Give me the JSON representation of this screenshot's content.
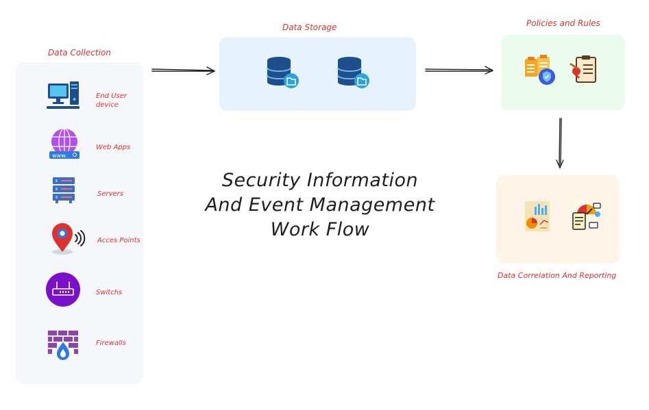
{
  "title": {
    "line1": "Security Information",
    "line2": "And Event Management",
    "line3": "Work Flow"
  },
  "data_collection": {
    "label": "Data Collection",
    "sources": [
      {
        "label": "End User device",
        "icon": "computer-icon"
      },
      {
        "label": "Web Apps",
        "icon": "globe-www-icon"
      },
      {
        "label": "Servers",
        "icon": "server-rack-icon"
      },
      {
        "label": "Acces Points",
        "icon": "location-pin-wifi-icon"
      },
      {
        "label": "Switchs",
        "icon": "network-switch-icon"
      },
      {
        "label": "Firewalls",
        "icon": "firewall-icon"
      }
    ]
  },
  "data_storage": {
    "label": "Data Storage",
    "icons": [
      "database-icon",
      "database-icon"
    ]
  },
  "policies": {
    "label": "Policies and Rules",
    "icons": [
      "policy-shield-icon",
      "rules-clipboard-icon"
    ]
  },
  "reporting": {
    "label": "Data Correlation And Reporting",
    "icons": [
      "report-chart-icon",
      "analytics-dashboard-icon"
    ]
  },
  "colors": {
    "label_red": "#e03131",
    "collection_panel": "#f5f7fa",
    "storage_panel": "#e6f3fd",
    "policies_panel": "#ebfbee",
    "reporting_panel": "#fff4e6"
  }
}
